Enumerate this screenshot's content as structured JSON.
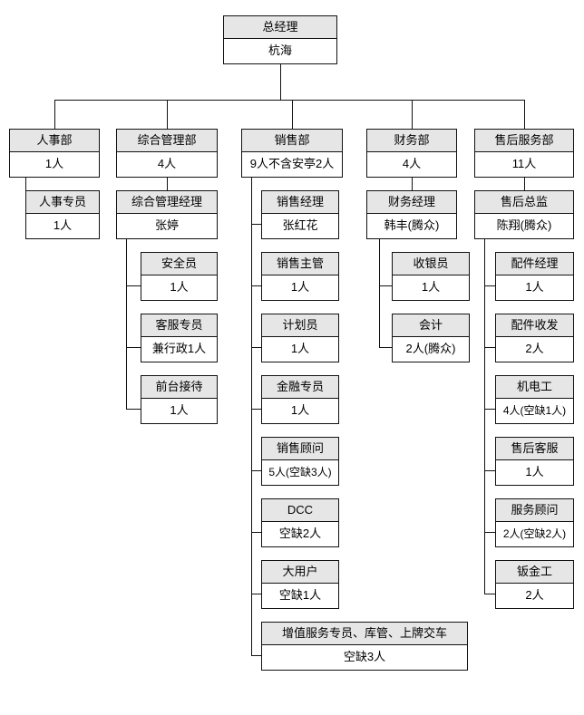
{
  "diagram": {
    "type": "organization-chart",
    "title_text": "总经理",
    "colors": {
      "header_fill": "#e6e6e6",
      "body_fill": "#ffffff",
      "border": "#111111",
      "connector": "#111111",
      "background": "#ffffff"
    }
  },
  "root": {
    "title": "总经理",
    "value": "杭海"
  },
  "departments": [
    {
      "key": "hr",
      "title": "人事部",
      "value": "1人",
      "children": [
        {
          "title": "人事专员",
          "value": "1人"
        }
      ]
    },
    {
      "key": "general-management",
      "title": "综合管理部",
      "value": "4人",
      "lead": {
        "title": "综合管理经理",
        "value": "张婷"
      },
      "children": [
        {
          "title": "安全员",
          "value": "1人"
        },
        {
          "title": "客服专员",
          "value": "兼行政1人"
        },
        {
          "title": "前台接待",
          "value": "1人"
        }
      ]
    },
    {
      "key": "sales",
      "title": "销售部",
      "value": "9人不含安亭2人",
      "children": [
        {
          "title": "销售经理",
          "value": "张红花"
        },
        {
          "title": "销售主管",
          "value": "1人"
        },
        {
          "title": "计划员",
          "value": "1人"
        },
        {
          "title": "金融专员",
          "value": "1人"
        },
        {
          "title": "销售顾问",
          "value": "5人(空缺3人)"
        },
        {
          "title": "DCC",
          "value": "空缺2人"
        },
        {
          "title": "大用户",
          "value": "空缺1人"
        },
        {
          "title": "增值服务专员、库管、上牌交车",
          "value": "空缺3人"
        }
      ]
    },
    {
      "key": "finance",
      "title": "财务部",
      "value": "4人",
      "lead": {
        "title": "财务经理",
        "value": "韩丰(腾众)"
      },
      "children": [
        {
          "title": "收银员",
          "value": "1人"
        },
        {
          "title": "会计",
          "value": "2人(腾众)"
        }
      ]
    },
    {
      "key": "after-sales",
      "title": "售后服务部",
      "value": "11人",
      "lead": {
        "title": "售后总监",
        "value": "陈翔(腾众)"
      },
      "children": [
        {
          "title": "配件经理",
          "value": "1人"
        },
        {
          "title": "配件收发",
          "value": "2人"
        },
        {
          "title": "机电工",
          "value": "4人(空缺1人)"
        },
        {
          "title": "售后客服",
          "value": "1人"
        },
        {
          "title": "服务顾问",
          "value": "2人(空缺2人)"
        },
        {
          "title": "钣金工",
          "value": "2人"
        }
      ]
    }
  ]
}
